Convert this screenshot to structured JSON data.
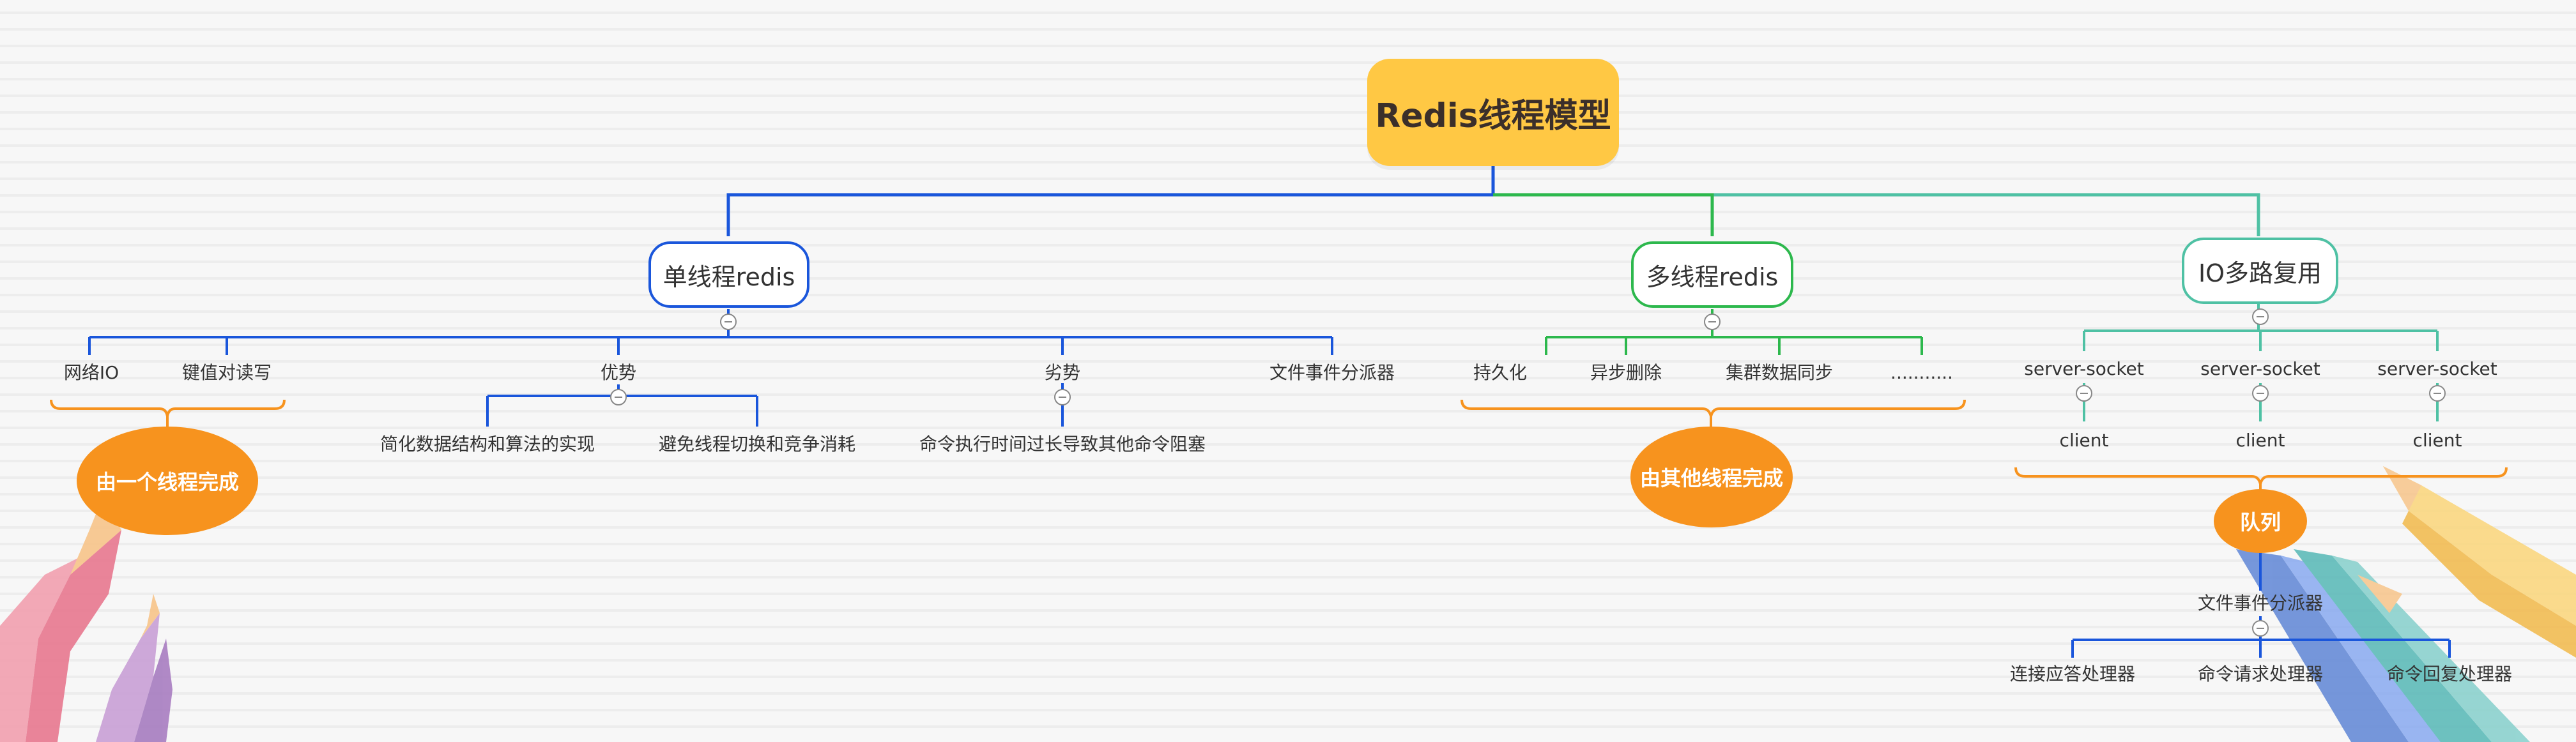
{
  "root": {
    "label": "Redis线程模型"
  },
  "colors": {
    "blue": "#1a56db",
    "green": "#2db84d",
    "teal": "#4fc1a4",
    "orange": "#f7931e",
    "root": "#ffc844"
  },
  "branches": {
    "single": {
      "label": "单线程redis",
      "items": {
        "netio": "网络IO",
        "kv": "键值对读写",
        "adv": "优势",
        "disadv": "劣势",
        "dispatcher": "文件事件分派器"
      },
      "adv_children": [
        "简化数据结构和算法的实现",
        "避免线程切换和竞争消耗"
      ],
      "disadv_children": [
        "命令执行时间过长导致其他命令阻塞"
      ],
      "summary": "由一个线程完成"
    },
    "multi": {
      "label": "多线程redis",
      "items": [
        "持久化",
        "异步删除",
        "集群数据同步",
        "..........."
      ],
      "summary": "由其他线程完成"
    },
    "io": {
      "label": "IO多路复用",
      "servers": [
        "server-socket",
        "server-socket",
        "server-socket"
      ],
      "clients": [
        "client",
        "client",
        "client"
      ],
      "queue": "队列",
      "dispatcher": "文件事件分派器",
      "handlers": [
        "连接应答处理器",
        "命令请求处理器",
        "命令回复处理器"
      ]
    }
  }
}
